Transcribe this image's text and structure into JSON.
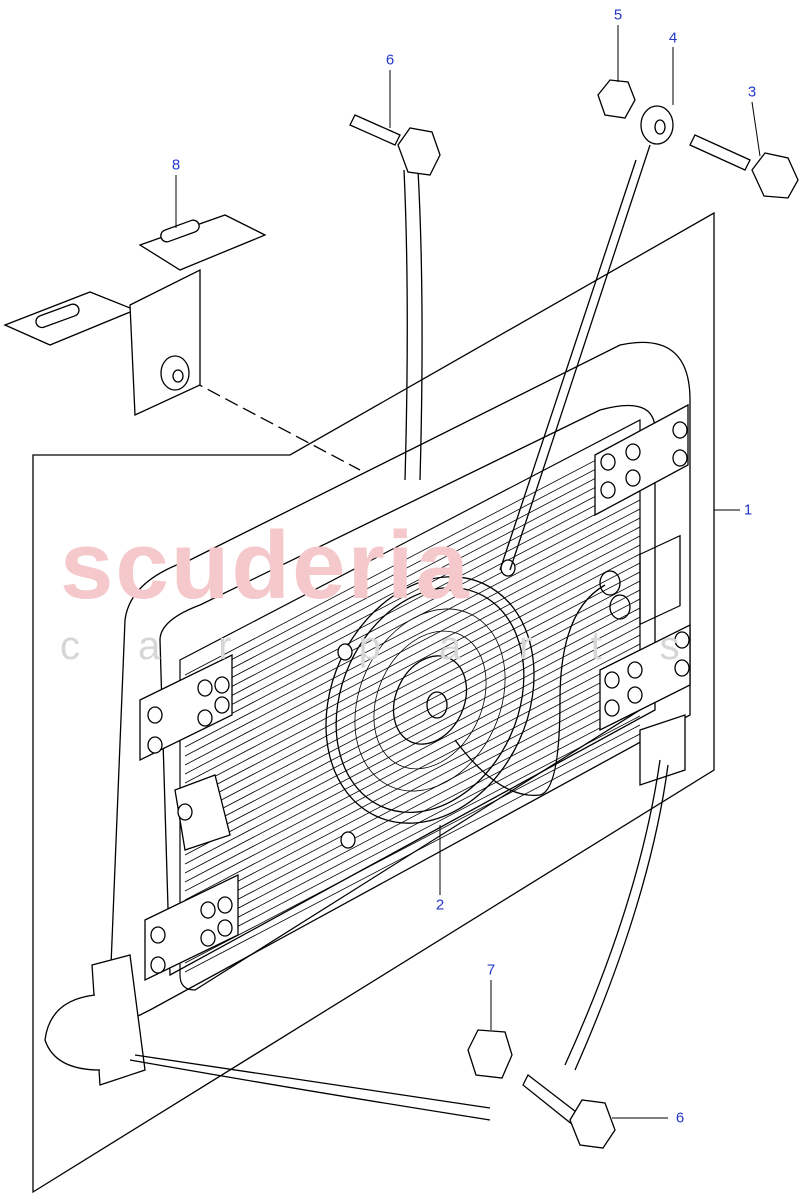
{
  "diagram": {
    "watermark": {
      "line1": "scuderia",
      "line2": "car parts"
    },
    "callouts": [
      {
        "id": "1",
        "part": "condenser"
      },
      {
        "id": "2",
        "part": "fan"
      },
      {
        "id": "3",
        "part": "bolt"
      },
      {
        "id": "4",
        "part": "washer"
      },
      {
        "id": "5",
        "part": "nut"
      },
      {
        "id": "6",
        "part": "bolt-top"
      },
      {
        "id": "6",
        "part": "bolt-bottom"
      },
      {
        "id": "7",
        "part": "nut-bottom"
      },
      {
        "id": "8",
        "part": "bracket"
      }
    ],
    "colors": {
      "callout": "#2436c8",
      "line": "#000000",
      "watermark": "#f5c9cc"
    }
  }
}
